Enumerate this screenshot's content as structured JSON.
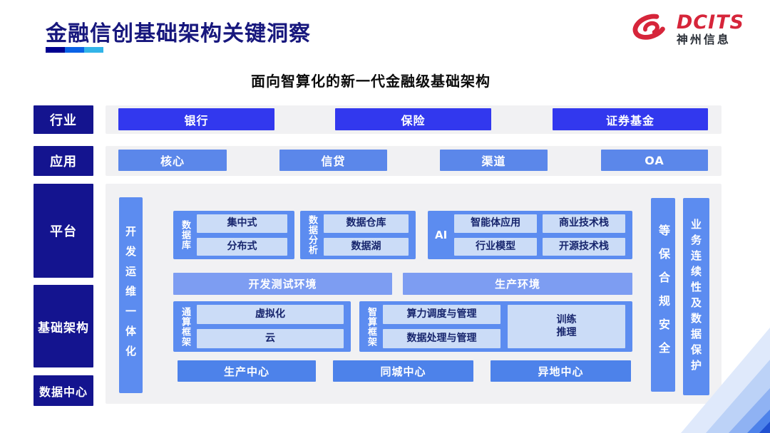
{
  "slide": {
    "title": "金融信创基础架构关键洞察",
    "subtitle": "面向智算化的新一代金融级基础架构"
  },
  "logo": {
    "brand": "DCITS",
    "company": "神州信息"
  },
  "sidebar": {
    "layers": [
      {
        "label": "行业"
      },
      {
        "label": "应用"
      },
      {
        "label": "平台"
      },
      {
        "label": "基础架构"
      },
      {
        "label": "数据中心"
      }
    ]
  },
  "industry_row": {
    "items": [
      "银行",
      "保险",
      "证券基金"
    ]
  },
  "application_row": {
    "items": [
      "核心",
      "信贷",
      "渠道",
      "OA"
    ]
  },
  "platform": {
    "devops_bar": "开发运维一体化",
    "database_group": {
      "label": "数据库",
      "items": [
        "集中式",
        "分布式"
      ]
    },
    "analytics_group": {
      "label": "数据分析",
      "items": [
        "数据仓库",
        "数据湖"
      ]
    },
    "ai_group": {
      "label": "AI",
      "items": [
        "智能体应用",
        "商业技术栈",
        "行业模型",
        "开源技术栈"
      ]
    },
    "env_row": {
      "items": [
        "开发测试环境",
        "生产环境"
      ]
    },
    "general_compute_group": {
      "label": "通算框架",
      "items": [
        "虚拟化",
        "云"
      ]
    },
    "ai_compute_group": {
      "label": "智算框架",
      "items": [
        "算力调度与管理",
        "数据处理与管理"
      ],
      "side_item": "训练\n推理"
    },
    "centers_row": {
      "items": [
        "生产中心",
        "同城中心",
        "异地中心"
      ]
    },
    "security_bar": "等保合规安全",
    "continuity_bar": "业务连续性及数据保护"
  },
  "colors": {
    "title_navy": "#17177d",
    "layer_navy": "#14148f",
    "industry_blue": "#3238ee",
    "application_blue": "#5b87ea",
    "group_blue": "#5c8cf0",
    "env_blue": "#7d9df2",
    "center_blue": "#4d82ea",
    "inner_light_blue": "#cbdcf7",
    "inner_text_navy": "#17256d",
    "brand_red": "#d6253a"
  }
}
